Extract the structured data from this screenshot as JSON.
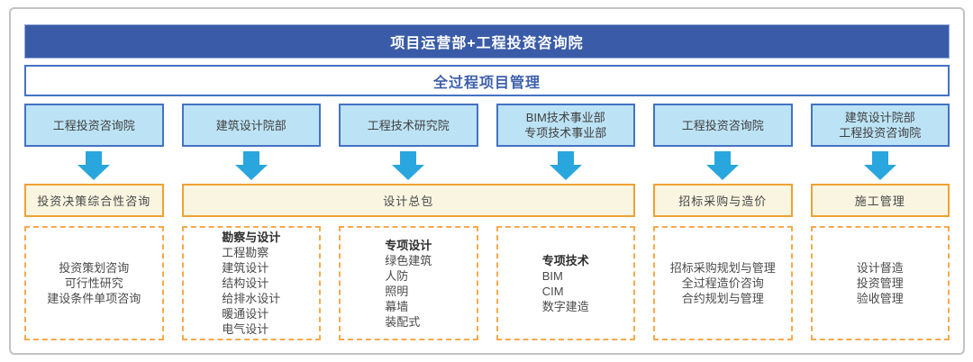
{
  "header": {
    "title": "项目运营部+工程投资咨询院"
  },
  "subheader": {
    "title": "全过程项目管理"
  },
  "departments": [
    {
      "lines": [
        "工程投资咨询院"
      ]
    },
    {
      "lines": [
        "建筑设计院部"
      ]
    },
    {
      "lines": [
        "工程技术研究院"
      ]
    },
    {
      "lines": [
        "BIM技术事业部",
        "专项技术事业部"
      ]
    },
    {
      "lines": [
        "工程投资咨询院"
      ]
    },
    {
      "lines": [
        "建筑设计院部",
        "工程投资咨询院"
      ]
    }
  ],
  "functions": [
    {
      "label": "投资决策综合性咨询"
    },
    {
      "label": "设计总包"
    },
    {
      "label": "招标采购与造价"
    },
    {
      "label": "施工管理"
    }
  ],
  "details": [
    {
      "title": "",
      "items": [
        "投资策划咨询",
        "可行性研究",
        "建设条件单项咨询"
      ]
    },
    {
      "title": "勘察与设计",
      "items": [
        "工程勘察",
        "建筑设计",
        "结构设计",
        "给排水设计",
        "暖通设计",
        "电气设计"
      ]
    },
    {
      "title": "专项设计",
      "items": [
        "绿色建筑",
        "人防",
        "照明",
        "幕墙",
        "装配式"
      ]
    },
    {
      "title": "专项技术",
      "items": [
        "BIM",
        "CIM",
        "数字建造"
      ]
    },
    {
      "title": "",
      "items": [
        "招标采购规划与管理",
        "全过程造价咨询",
        "合约规划与管理"
      ]
    },
    {
      "title": "",
      "items": [
        "设计督造",
        "投资管理",
        "验收管理"
      ]
    }
  ],
  "icons": {
    "arrow": "down-arrow"
  },
  "colors": {
    "header_bg": "#3a5ca8",
    "header_text": "#ffffff",
    "subheader_text": "#3d5fac",
    "blue_box_fill": "#bce3f5",
    "blue_box_border": "#4472c4",
    "arrow": "#29a6dd",
    "yellow_box_fill": "#f9f5e1",
    "yellow_box_border": "#f0a132",
    "dashed_border": "#f6aa4e",
    "body_text": "#4a4a4a",
    "frame_border": "#c3c3c3"
  }
}
